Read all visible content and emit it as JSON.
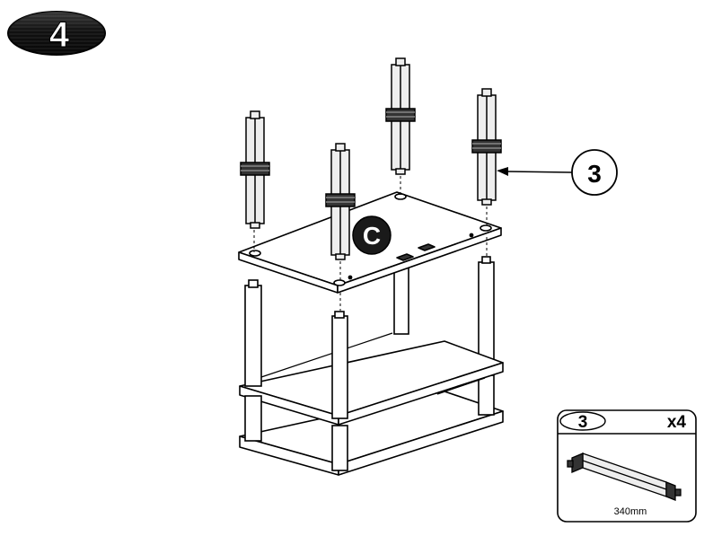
{
  "step": {
    "number": "4"
  },
  "part_callout": {
    "label": "3"
  },
  "subassembly_badge": {
    "label": "C"
  },
  "parts_box": {
    "part_number": "3",
    "quantity": "x4",
    "dimension": "340mm"
  },
  "colors": {
    "ink": "#000000",
    "paper": "#ffffff",
    "badge": "#1a1a1a",
    "legs": "#eeeeee"
  }
}
